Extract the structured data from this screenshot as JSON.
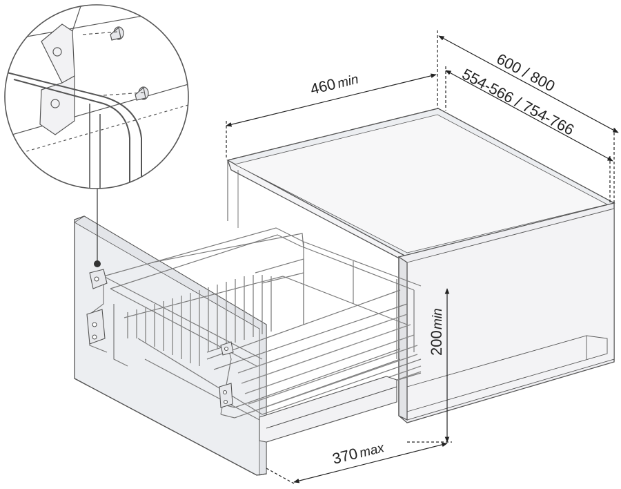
{
  "colors": {
    "line": "#555555",
    "dim_line": "#222222",
    "cabinet_fill": "#eeeff1",
    "cabinet_inner": "#f6f6f7",
    "basket_wire": "#7a7a7a"
  },
  "dimensions": {
    "width_min": {
      "value": "460",
      "suffix": "min"
    },
    "depth_outer": {
      "value": "600 / 800"
    },
    "depth_inner": {
      "value": "554-566 / 754-766"
    },
    "height_min": {
      "value": "200",
      "suffix": "min"
    },
    "basket_depth_max": {
      "value": "370",
      "suffix": "max"
    }
  },
  "detail_callout": {
    "icon": "screw-mount-detail"
  }
}
